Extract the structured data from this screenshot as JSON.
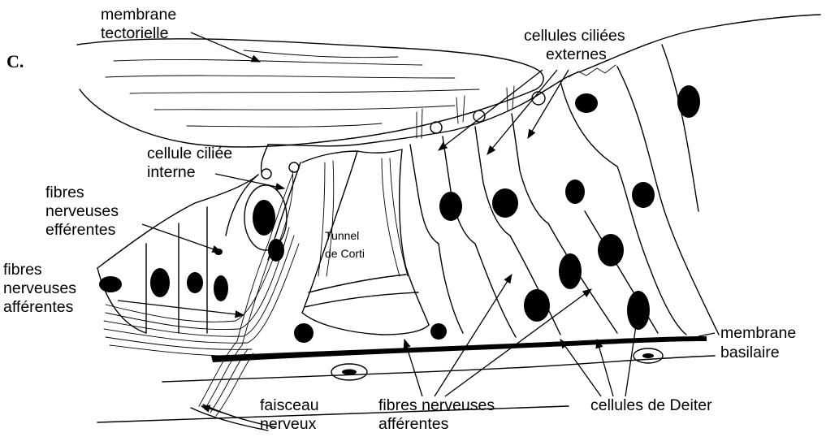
{
  "panel_letter": "C.",
  "labels": {
    "membrane_tectorielle_1": "membrane",
    "membrane_tectorielle_2": "tectorielle",
    "cellules_ciliees_externes_1": "cellules ciliées",
    "cellules_ciliees_externes_2": "externes",
    "cellule_ciliee_interne_1": "cellule ciliée",
    "cellule_ciliee_interne_2": "interne",
    "fibres_efferentes_1": "fibres",
    "fibres_efferentes_2": "nerveuses",
    "fibres_efferentes_3": "efférentes",
    "fibres_afferentes_left_1": "fibres",
    "fibres_afferentes_left_2": "nerveuses",
    "fibres_afferentes_left_3": "afférentes",
    "tunnel_corti_1": "Tunnel",
    "tunnel_corti_2": "de Corti",
    "membrane_basilaire_1": "membrane",
    "membrane_basilaire_2": "basilaire",
    "faisceau_nerveux_1": "faisceau",
    "faisceau_nerveux_2": "nerveux",
    "fibres_afferentes_bottom_1": "fibres nerveuses",
    "fibres_afferentes_bottom_2": "afférentes",
    "cellules_deiter": "cellules de Deiter"
  }
}
